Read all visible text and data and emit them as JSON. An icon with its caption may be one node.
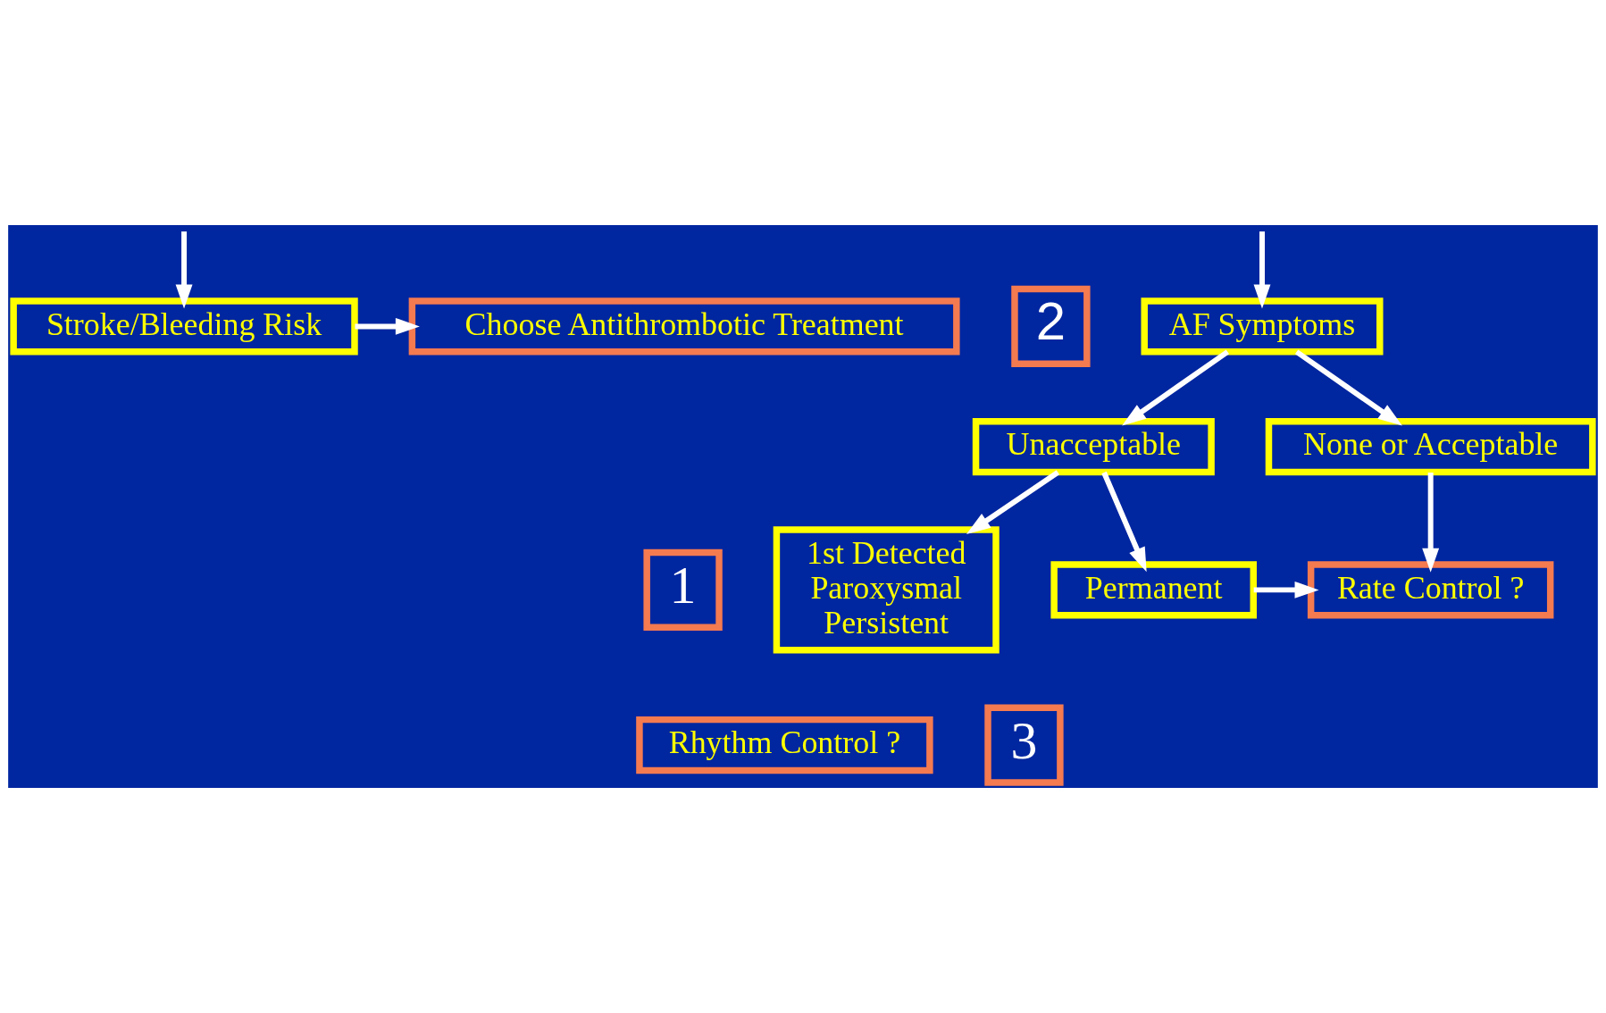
{
  "diagram": {
    "nodes": [
      {
        "text": [
          "Stroke/Bleeding Risk"
        ]
      },
      {
        "text": [
          "Choose Antithrombotic Treatment"
        ]
      },
      {
        "text": [
          "2"
        ]
      },
      {
        "text": [
          "AF Symptoms"
        ]
      },
      {
        "text": [
          "Unacceptable"
        ]
      },
      {
        "text": [
          "None or Acceptable"
        ]
      },
      {
        "text": [
          "1st Detected",
          "Paroxysmal",
          "Persistent"
        ]
      },
      {
        "text": [
          "Permanent"
        ]
      },
      {
        "text": [
          "Rate Control ?"
        ]
      },
      {
        "text": [
          "1"
        ]
      },
      {
        "text": [
          "Rhythm Control ?"
        ]
      },
      {
        "text": [
          "3"
        ]
      }
    ],
    "edges": [
      {
        "from": null,
        "to": 0,
        "arrow": "to"
      },
      {
        "from": null,
        "to": 3,
        "arrow": "to"
      },
      {
        "from": 0,
        "to": 1,
        "arrow": "to"
      },
      {
        "from": 3,
        "to": 4,
        "arrow": "to"
      },
      {
        "from": 3,
        "to": 5,
        "arrow": "to"
      },
      {
        "from": 4,
        "to": 6,
        "arrow": "to"
      },
      {
        "from": 4,
        "to": 7,
        "arrow": "to"
      },
      {
        "from": 5,
        "to": 8,
        "arrow": "to"
      },
      {
        "from": 7,
        "to": 8,
        "arrow": "to"
      }
    ]
  }
}
